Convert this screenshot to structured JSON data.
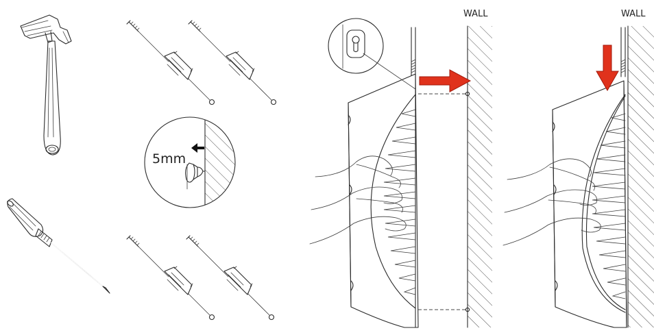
{
  "labels": {
    "wall_left": "WALL",
    "wall_right": "WALL",
    "gap": "5mm"
  },
  "colors": {
    "arrow": "#e0321c",
    "arrow_stroke": "#a21a0c",
    "ink": "#2a2a2a"
  },
  "icons": [
    "hammer-icon",
    "screwdriver-icon",
    "screw-anchor-icon",
    "arrow-icon"
  ]
}
